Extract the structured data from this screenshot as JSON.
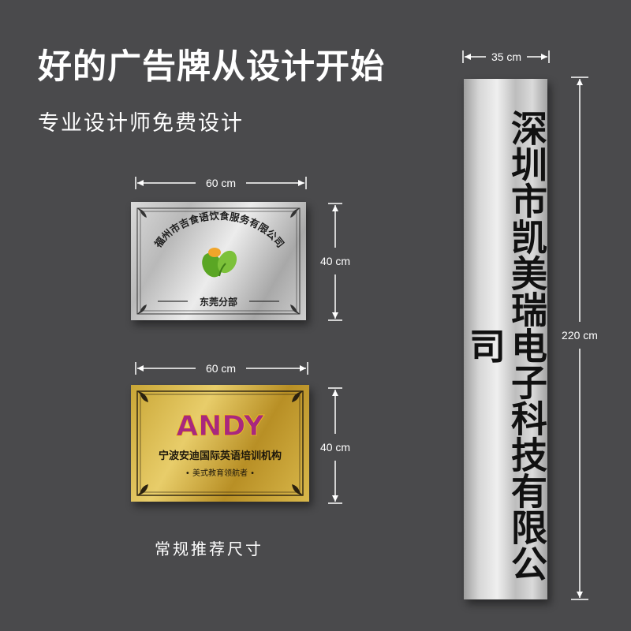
{
  "headline": "好的广告牌从设计开始",
  "subline": "专业设计师免费设计",
  "footnote": "常规推荐尺寸",
  "silver_plaque": {
    "width_label": "60 cm",
    "height_label": "40 cm",
    "company_name": "福州市吉食语饮食服务有限公司",
    "branch": "东莞分部",
    "logo_icon": "green-leaf-icon"
  },
  "gold_plaque": {
    "width_label": "60 cm",
    "height_label": "40 cm",
    "brand": "ANDY",
    "org_name": "宁波安迪国际英语培训机构",
    "slogan": "• 美式教育领航者 •"
  },
  "pillar_sign": {
    "width_label": "35 cm",
    "height_label": "220 cm",
    "company_name": "深圳市凯美瑞电子科技有限公司"
  },
  "colors": {
    "background": "#4a4a4c",
    "andy_purple": "#a8287e",
    "andy_yellow": "#f2c21b"
  }
}
